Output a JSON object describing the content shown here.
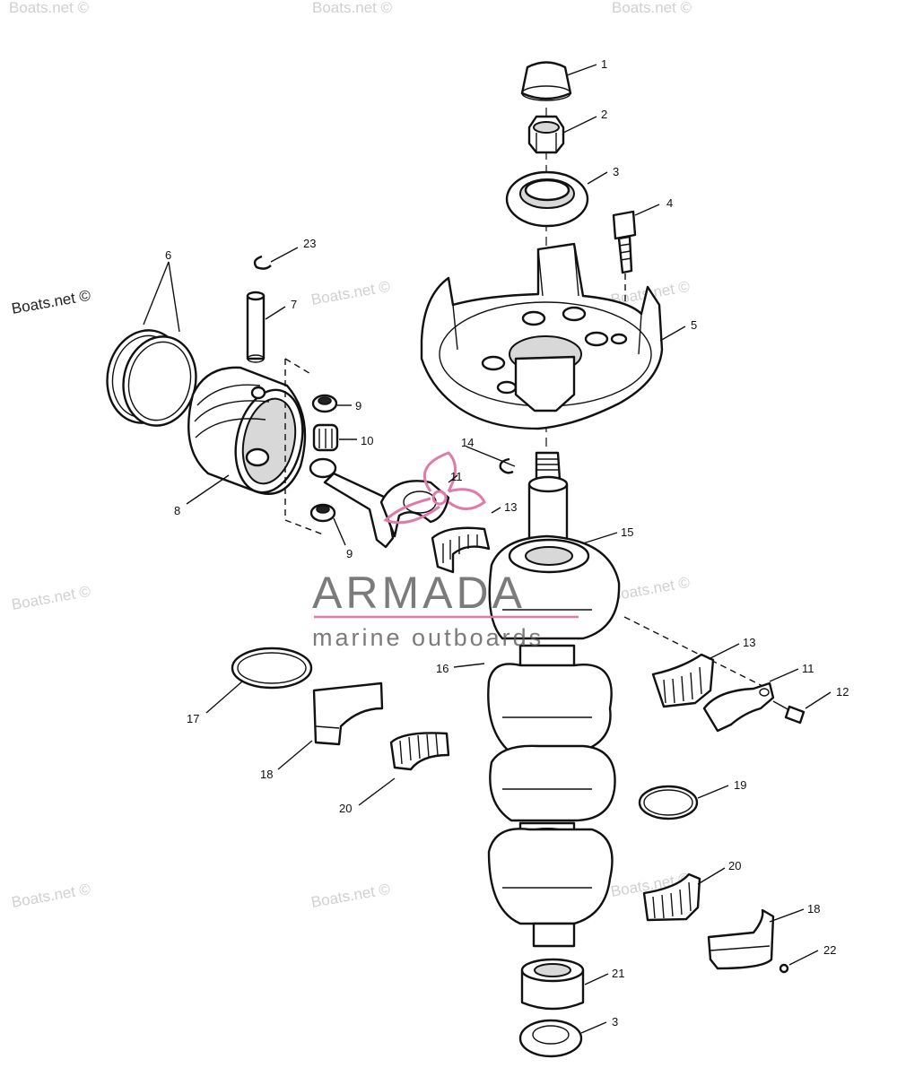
{
  "watermark_text": "Boats.net ©",
  "brand": {
    "name": "ARMADA",
    "tagline": "marine outboards",
    "accent_color": "#e07aa8"
  },
  "callouts": [
    "1",
    "2",
    "3",
    "4",
    "5",
    "6",
    "7",
    "8",
    "9",
    "9",
    "10",
    "11",
    "11",
    "12",
    "13",
    "13",
    "14",
    "15",
    "16",
    "17",
    "18",
    "18",
    "19",
    "20",
    "20",
    "21",
    "3",
    "22",
    "23"
  ]
}
